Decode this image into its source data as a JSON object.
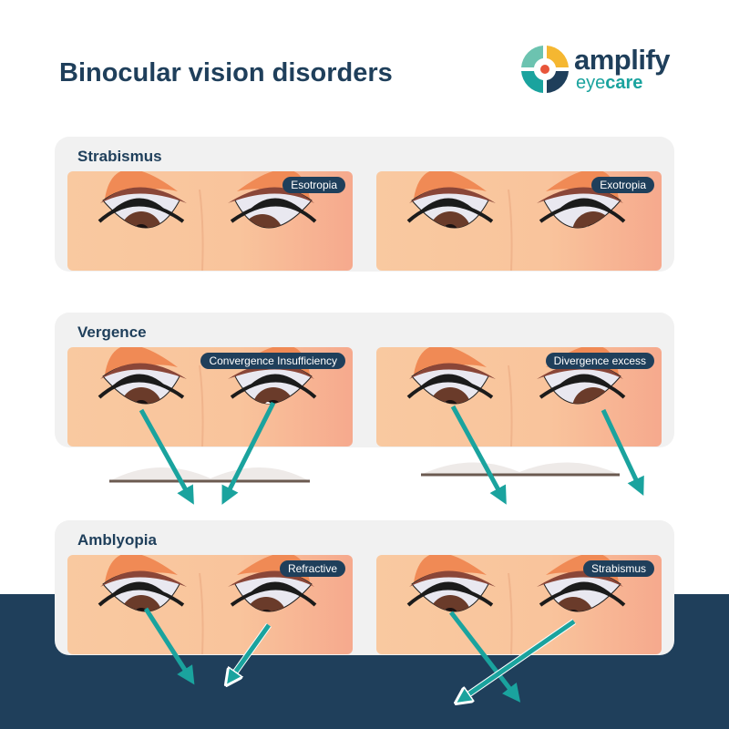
{
  "title": "Binocular vision disorders",
  "logo": {
    "word": "amplify",
    "sub_a": "eye",
    "sub_b": "care"
  },
  "colors": {
    "navy": "#1f3f5b",
    "teal": "#1aa39e",
    "card": "#f1f1f1"
  },
  "sections": [
    {
      "title": "Strabismus",
      "panels": [
        {
          "label": "Esotropia"
        },
        {
          "label": "Exotropia"
        }
      ]
    },
    {
      "title": "Vergence",
      "panels": [
        {
          "label": "Convergence Insufficiency"
        },
        {
          "label": "Divergence excess"
        }
      ]
    },
    {
      "title": "Amblyopia",
      "panels": [
        {
          "label": "Refractive"
        },
        {
          "label": "Strabismus"
        }
      ]
    }
  ]
}
